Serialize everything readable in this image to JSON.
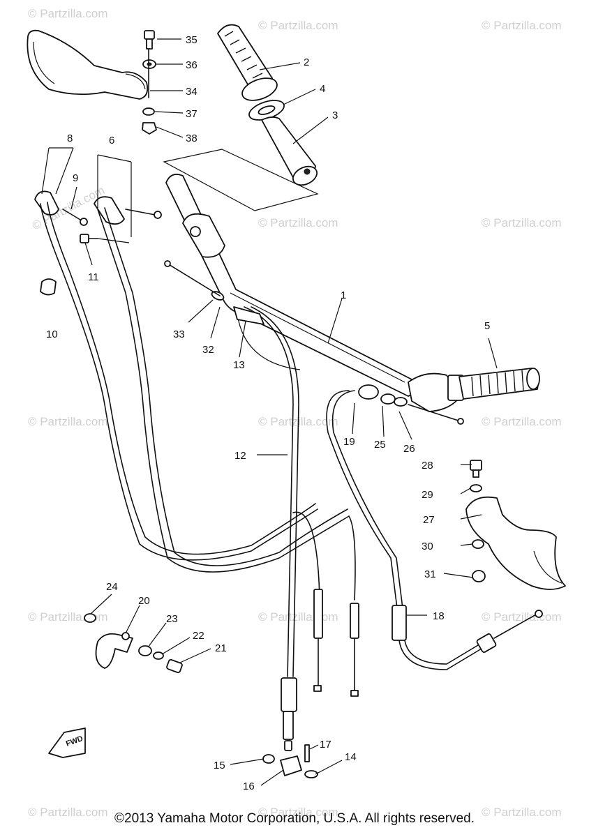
{
  "watermark": "© Partzilla.com",
  "copyright": "©2013 Yamaha Motor Corporation, U.S.A. All rights reserved.",
  "fwd_label": "FWD",
  "callouts": [
    "1",
    "2",
    "3",
    "4",
    "5",
    "6",
    "8",
    "9",
    "10",
    "11",
    "12",
    "13",
    "14",
    "15",
    "16",
    "17",
    "18",
    "19",
    "20",
    "21",
    "22",
    "23",
    "24",
    "25",
    "26",
    "27",
    "28",
    "29",
    "30",
    "31",
    "32",
    "33",
    "34",
    "35",
    "36",
    "37",
    "38"
  ]
}
